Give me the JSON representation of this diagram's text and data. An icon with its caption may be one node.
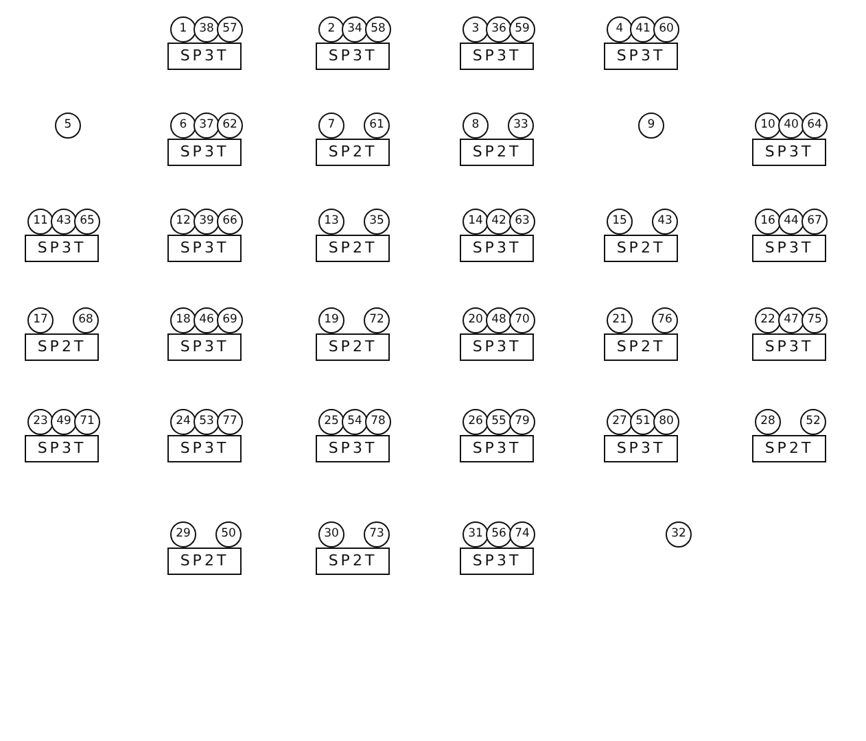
{
  "diagram": {
    "nodes": [
      {
        "text": [
          "1"
        ]
      },
      {
        "text": [
          "38"
        ]
      },
      {
        "text": [
          "57"
        ]
      },
      {
        "text": [
          "SP3T"
        ]
      },
      {
        "text": [
          "2"
        ]
      },
      {
        "text": [
          "34"
        ]
      },
      {
        "text": [
          "58"
        ]
      },
      {
        "text": [
          "SP3T"
        ]
      },
      {
        "text": [
          "3"
        ]
      },
      {
        "text": [
          "36"
        ]
      },
      {
        "text": [
          "59"
        ]
      },
      {
        "text": [
          "SP3T"
        ]
      },
      {
        "text": [
          "4"
        ]
      },
      {
        "text": [
          "41"
        ]
      },
      {
        "text": [
          "60"
        ]
      },
      {
        "text": [
          "SP3T"
        ]
      },
      {
        "text": [
          "5"
        ]
      },
      {
        "text": [
          "6"
        ]
      },
      {
        "text": [
          "37"
        ]
      },
      {
        "text": [
          "62"
        ]
      },
      {
        "text": [
          "SP3T"
        ]
      },
      {
        "text": [
          "7"
        ]
      },
      {
        "text": [
          "61"
        ]
      },
      {
        "text": [
          "SP2T"
        ]
      },
      {
        "text": [
          "8"
        ]
      },
      {
        "text": [
          "33"
        ]
      },
      {
        "text": [
          "SP2T"
        ]
      },
      {
        "text": [
          "9"
        ]
      },
      {
        "text": [
          "10"
        ]
      },
      {
        "text": [
          "40"
        ]
      },
      {
        "text": [
          "64"
        ]
      },
      {
        "text": [
          "SP3T"
        ]
      },
      {
        "text": [
          "11"
        ]
      },
      {
        "text": [
          "43"
        ]
      },
      {
        "text": [
          "65"
        ]
      },
      {
        "text": [
          "SP3T"
        ]
      },
      {
        "text": [
          "12"
        ]
      },
      {
        "text": [
          "39"
        ]
      },
      {
        "text": [
          "66"
        ]
      },
      {
        "text": [
          "SP3T"
        ]
      },
      {
        "text": [
          "13"
        ]
      },
      {
        "text": [
          "35"
        ]
      },
      {
        "text": [
          "SP2T"
        ]
      },
      {
        "text": [
          "14"
        ]
      },
      {
        "text": [
          "42"
        ]
      },
      {
        "text": [
          "63"
        ]
      },
      {
        "text": [
          "SP3T"
        ]
      },
      {
        "text": [
          "15"
        ]
      },
      {
        "text": [
          "43"
        ]
      },
      {
        "text": [
          "SP2T"
        ]
      },
      {
        "text": [
          "16"
        ]
      },
      {
        "text": [
          "44"
        ]
      },
      {
        "text": [
          "67"
        ]
      },
      {
        "text": [
          "SP3T"
        ]
      },
      {
        "text": [
          "17"
        ]
      },
      {
        "text": [
          "68"
        ]
      },
      {
        "text": [
          "SP2T"
        ]
      },
      {
        "text": [
          "18"
        ]
      },
      {
        "text": [
          "46"
        ]
      },
      {
        "text": [
          "69"
        ]
      },
      {
        "text": [
          "SP3T"
        ]
      },
      {
        "text": [
          "19"
        ]
      },
      {
        "text": [
          "72"
        ]
      },
      {
        "text": [
          "SP2T"
        ]
      },
      {
        "text": [
          "20"
        ]
      },
      {
        "text": [
          "48"
        ]
      },
      {
        "text": [
          "70"
        ]
      },
      {
        "text": [
          "SP3T"
        ]
      },
      {
        "text": [
          "21"
        ]
      },
      {
        "text": [
          "76"
        ]
      },
      {
        "text": [
          "SP2T"
        ]
      },
      {
        "text": [
          "22"
        ]
      },
      {
        "text": [
          "47"
        ]
      },
      {
        "text": [
          "75"
        ]
      },
      {
        "text": [
          "SP3T"
        ]
      },
      {
        "text": [
          "23"
        ]
      },
      {
        "text": [
          "49"
        ]
      },
      {
        "text": [
          "71"
        ]
      },
      {
        "text": [
          "SP3T"
        ]
      },
      {
        "text": [
          "24"
        ]
      },
      {
        "text": [
          "53"
        ]
      },
      {
        "text": [
          "77"
        ]
      },
      {
        "text": [
          "SP3T"
        ]
      },
      {
        "text": [
          "25"
        ]
      },
      {
        "text": [
          "54"
        ]
      },
      {
        "text": [
          "78"
        ]
      },
      {
        "text": [
          "SP3T"
        ]
      },
      {
        "text": [
          "26"
        ]
      },
      {
        "text": [
          "55"
        ]
      },
      {
        "text": [
          "79"
        ]
      },
      {
        "text": [
          "SP3T"
        ]
      },
      {
        "text": [
          "27"
        ]
      },
      {
        "text": [
          "51"
        ]
      },
      {
        "text": [
          "80"
        ]
      },
      {
        "text": [
          "SP3T"
        ]
      },
      {
        "text": [
          "28"
        ]
      },
      {
        "text": [
          "52"
        ]
      },
      {
        "text": [
          "SP2T"
        ]
      },
      {
        "text": [
          "29"
        ]
      },
      {
        "text": [
          "50"
        ]
      },
      {
        "text": [
          "SP2T"
        ]
      },
      {
        "text": [
          "30"
        ]
      },
      {
        "text": [
          "73"
        ]
      },
      {
        "text": [
          "SP2T"
        ]
      },
      {
        "text": [
          "31"
        ]
      },
      {
        "text": [
          "56"
        ]
      },
      {
        "text": [
          "74"
        ]
      },
      {
        "text": [
          "SP3T"
        ]
      },
      {
        "text": [
          "32"
        ]
      }
    ]
  }
}
